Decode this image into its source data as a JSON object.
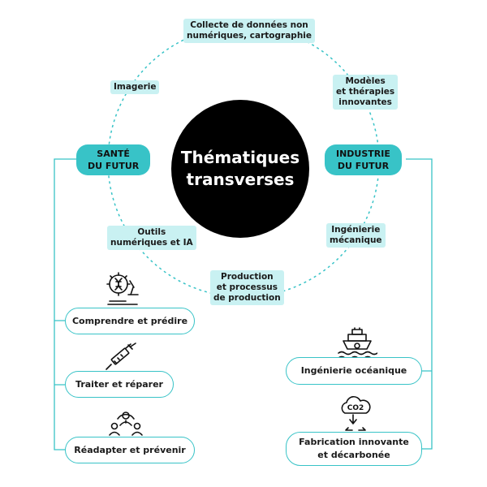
{
  "center": {
    "line1": "Thématiques",
    "line2": "transverses"
  },
  "left_pill": {
    "line1": "SANTÉ",
    "line2": "DU FUTUR"
  },
  "right_pill": {
    "line1": "INDUSTRIE",
    "line2": "DU FUTUR"
  },
  "ring_labels": {
    "collecte": {
      "line1": "Collecte de données non",
      "line2": "numériques, cartographie"
    },
    "imagerie": {
      "line1": "Imagerie"
    },
    "modeles": {
      "line1": "Modèles",
      "line2": "et thérapies",
      "line3": "innovantes"
    },
    "outils": {
      "line1": "Outils",
      "line2": "numériques et IA"
    },
    "ingenierie_mecanique": {
      "line1": "Ingénierie",
      "line2": "mécanique"
    },
    "production": {
      "line1": "Production",
      "line2": "et processus",
      "line3": "de production"
    }
  },
  "sante_items": [
    {
      "label": "Comprendre et prédire",
      "icon": "dna-microscope-icon"
    },
    {
      "label": "Traiter et réparer",
      "icon": "syringe-icon"
    },
    {
      "label": "Réadapter et prévenir",
      "icon": "people-care-icon"
    }
  ],
  "industrie_items": [
    {
      "label": "Ingénierie océanique",
      "icon": "ship-gear-icon"
    },
    {
      "label_line1": "Fabrication innovante",
      "label_line2": "et décarbonée",
      "icon": "co2-cloud-icon",
      "icon_text": "CO2"
    }
  ],
  "colors": {
    "accent": "#38c3c7",
    "light_accent": "#c9f1f2",
    "center": "#000000"
  }
}
